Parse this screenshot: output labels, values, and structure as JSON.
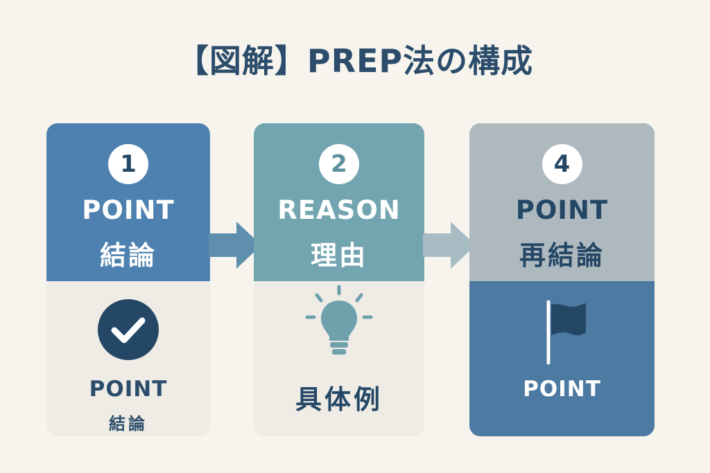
{
  "title": "【図解】PREP法の構成",
  "colors": {
    "background": "#f7f4ee",
    "title": "#2b4d6b",
    "card1_top": "#4f81b0",
    "card2_top": "#73a5b0",
    "card3_top": "#aeb9bf",
    "card3_bottom": "#4d7aa2",
    "card_bottom_light": "#efebe5",
    "dark_navy": "#244766",
    "bulb": "#6fa1ad",
    "arrow1": "#5e8fac",
    "arrow2": "#a8bcc4"
  },
  "cards": [
    {
      "number": "1",
      "en": "POINT",
      "jp": "結論",
      "icon": "check-circle-icon",
      "bottom_en": "POINT",
      "bottom_jp": "結論"
    },
    {
      "number": "2",
      "en": "REASON",
      "jp": "理由",
      "icon": "lightbulb-icon",
      "bottom_text": "具体例"
    },
    {
      "number": "4",
      "en": "POINT",
      "jp": "再結論",
      "icon": "flag-icon",
      "bottom_en": "POINT"
    }
  ]
}
